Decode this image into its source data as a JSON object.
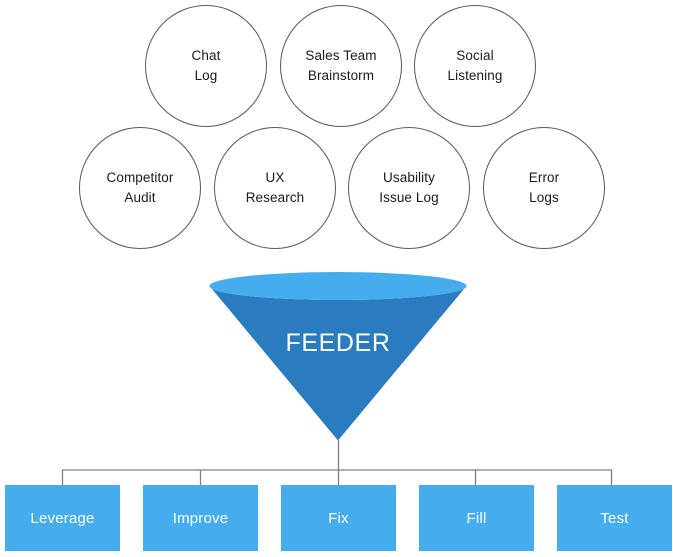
{
  "diagram": {
    "title": "FEEDER funnel diagram",
    "colors": {
      "funnel_top": "#45ADEE",
      "funnel_body": "#2B7CBF",
      "box_fill": "#45ADEE",
      "box_text": "#FFFFFF",
      "circle_stroke": "#585858",
      "circle_text": "#1A1A1A",
      "connector_line": "#808080",
      "background": "#FFFFFF"
    },
    "sources": {
      "row1": [
        {
          "label": "Chat\nLog"
        },
        {
          "label": "Sales Team\nBrainstorm"
        },
        {
          "label": "Social\nListening"
        }
      ],
      "row2": [
        {
          "label": "Competitor\nAudit"
        },
        {
          "label": "UX\nResearch"
        },
        {
          "label": "Usability\nIssue Log"
        },
        {
          "label": "Error\nLogs"
        }
      ]
    },
    "funnel": {
      "label": "FEEDER"
    },
    "outcomes": [
      {
        "label": "Leverage"
      },
      {
        "label": "Improve"
      },
      {
        "label": "Fix"
      },
      {
        "label": "Fill"
      },
      {
        "label": "Test"
      }
    ]
  }
}
